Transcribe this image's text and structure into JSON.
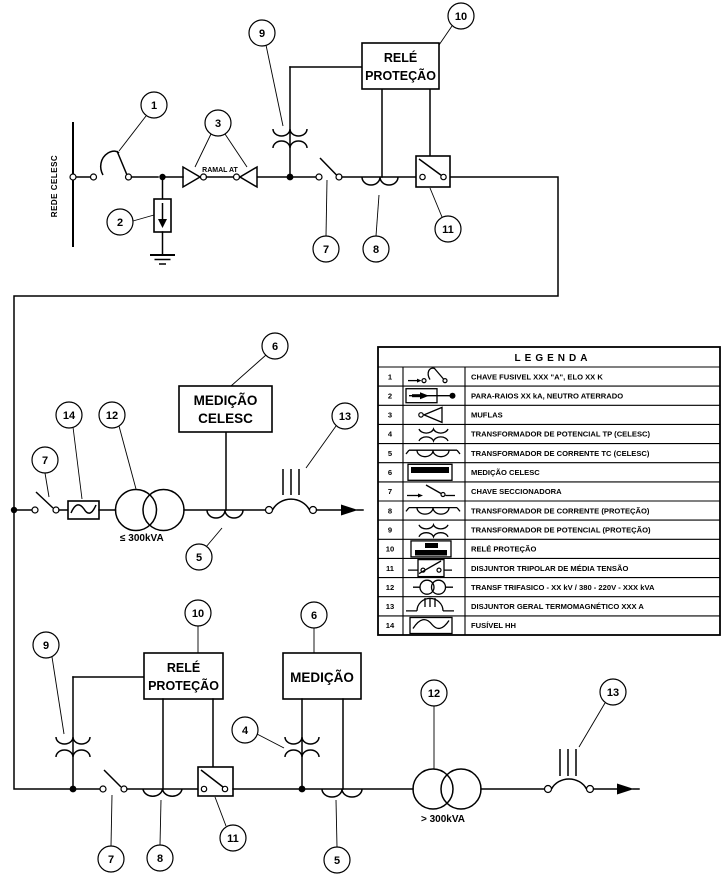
{
  "colors": {
    "line": "#000000",
    "background": "#ffffff"
  },
  "labels": {
    "rede_celesc": "REDE CELESC",
    "ramal_at": "RAMAL AT",
    "protection_relay_line1": "RELÉ",
    "protection_relay_line2": "PROTEÇÃO",
    "metering_celesc_line1": "MEDIÇÃO",
    "metering_celesc_line2": "CELESC",
    "metering": "MEDIÇÃO",
    "transformer_small": "≤ 300kVA",
    "transformer_large": "> 300kVA"
  },
  "callouts": {
    "top": [
      "1",
      "2",
      "3",
      "9",
      "10",
      "7",
      "8",
      "11"
    ],
    "middle": [
      "7",
      "14",
      "12",
      "6",
      "13",
      "5"
    ],
    "bottom": [
      "9",
      "10",
      "6",
      "4",
      "7",
      "8",
      "11",
      "5",
      "12",
      "13"
    ]
  },
  "legend": {
    "title": "LEGENDA",
    "rows": [
      {
        "num": "1",
        "symbol": "fuse-cutout",
        "desc": "CHAVE FUSIVEL  XXX \"A\", ELO XX K"
      },
      {
        "num": "2",
        "symbol": "surge-arrester",
        "desc": "PARA-RAIOS  XX kA, NEUTRO ATERRADO"
      },
      {
        "num": "3",
        "symbol": "cable-termination",
        "desc": "MUFLAS"
      },
      {
        "num": "4",
        "symbol": "potential-transformer-celesc",
        "desc": "TRANSFORMADOR DE POTENCIAL TP (CELESC)"
      },
      {
        "num": "5",
        "symbol": "current-transformer-celesc",
        "desc": "TRANSFORMADOR DE CORRENTE TC (CELESC)"
      },
      {
        "num": "6",
        "symbol": "celesc-metering",
        "desc": "MEDIÇÃO CELESC"
      },
      {
        "num": "7",
        "symbol": "disconnect-switch",
        "desc": "CHAVE SECCIONADORA"
      },
      {
        "num": "8",
        "symbol": "current-transformer-protection",
        "desc": "TRANSFORMADOR DE CORRENTE (PROTEÇÃO)"
      },
      {
        "num": "9",
        "symbol": "potential-transformer-protection",
        "desc": "TRANSFORMADOR DE POTENCIAL (PROTEÇÃO)"
      },
      {
        "num": "10",
        "symbol": "protection-relay",
        "desc": "RELÉ PROTEÇÃO"
      },
      {
        "num": "11",
        "symbol": "mv-tripolar-breaker",
        "desc": "DISJUNTOR TRIPOLAR DE MÉDIA TENSÃO"
      },
      {
        "num": "12",
        "symbol": "three-phase-transformer",
        "desc": "TRANSF  TRIFASICO - XX kV / 380 - 220V - XXX kVA"
      },
      {
        "num": "13",
        "symbol": "thermomagnetic-breaker",
        "desc": "DISJUNTOR GERAL TERMOMAGNÉTICO  XXX A"
      },
      {
        "num": "14",
        "symbol": "hh-fuse",
        "desc": "FUSÍVEL HH"
      }
    ]
  }
}
